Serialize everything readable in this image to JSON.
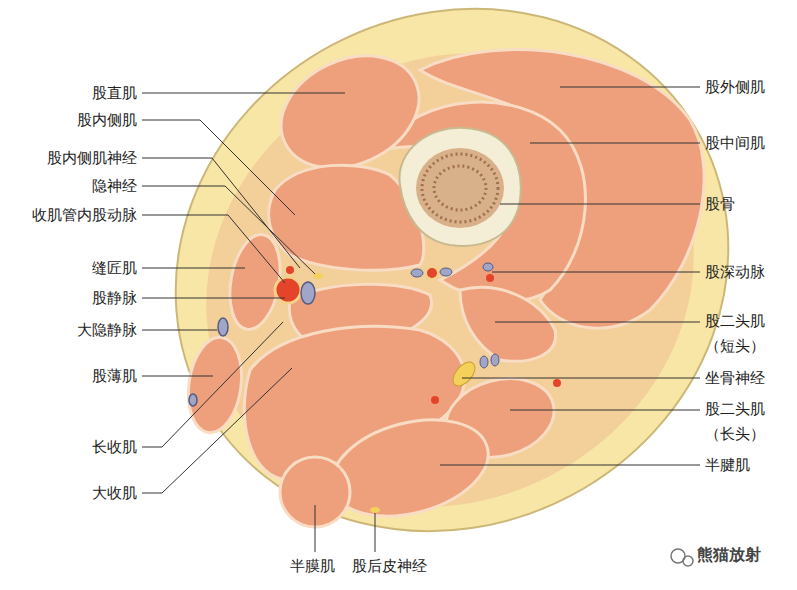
{
  "diagram": {
    "labels": [
      "股直肌",
      "股内侧肌",
      "股内侧肌神经",
      "隐神经",
      "收肌管内股动脉",
      "缝匠肌",
      "股静脉",
      "大隐静脉",
      "股薄肌",
      "长收肌",
      "大收肌",
      "半膜肌",
      "股后皮神经",
      "股外侧肌",
      "股中间肌",
      "股骨",
      "股深动脉",
      "股二头肌 （短头）",
      "坐骨神经",
      "股二头肌 （长头）",
      "半腱肌",
      "熊猫放射"
    ]
  }
}
